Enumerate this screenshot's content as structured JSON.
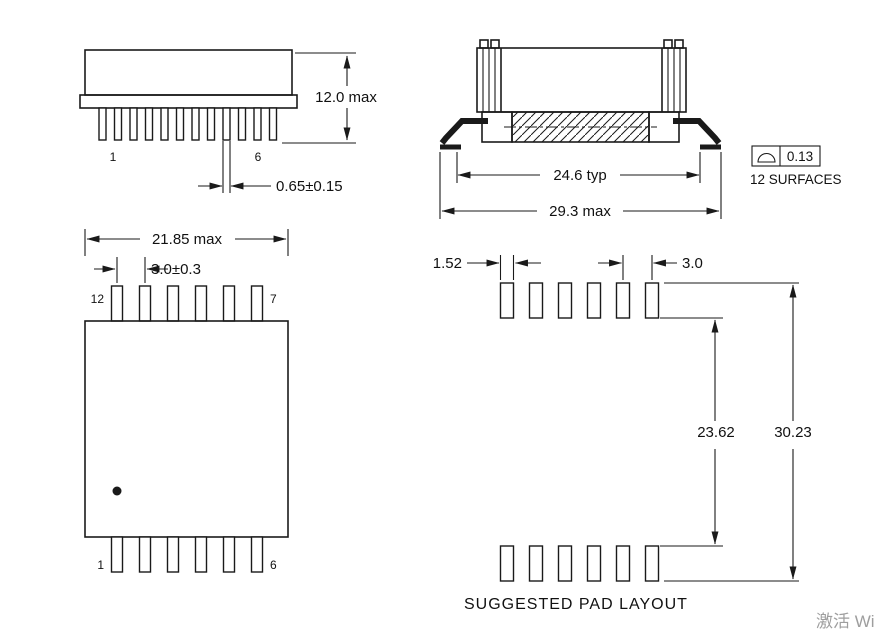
{
  "watermark": "激活 Wi",
  "front_view": {
    "height_dim": "12.0 max",
    "pin_width_dim": "0.65±0.15",
    "first_pin": "1",
    "last_pin": "6"
  },
  "side_view": {
    "body_width_dim": "24.6 typ",
    "overall_width_dim": "29.3 max",
    "coplanarity_value": "0.13",
    "coplanarity_note": "12 SURFACES"
  },
  "top_view": {
    "overall_width_dim": "21.85 max",
    "pin_pitch_dim": "3.0±0.3",
    "pin_top_left": "12",
    "pin_top_right": "7",
    "pin_bottom_left": "1",
    "pin_bottom_right": "6"
  },
  "pad_layout": {
    "pad_width_dim": "1.52",
    "pad_pitch_dim": "3.0",
    "inner_span_dim": "23.62",
    "outer_span_dim": "30.23",
    "caption": "SUGGESTED PAD LAYOUT"
  }
}
